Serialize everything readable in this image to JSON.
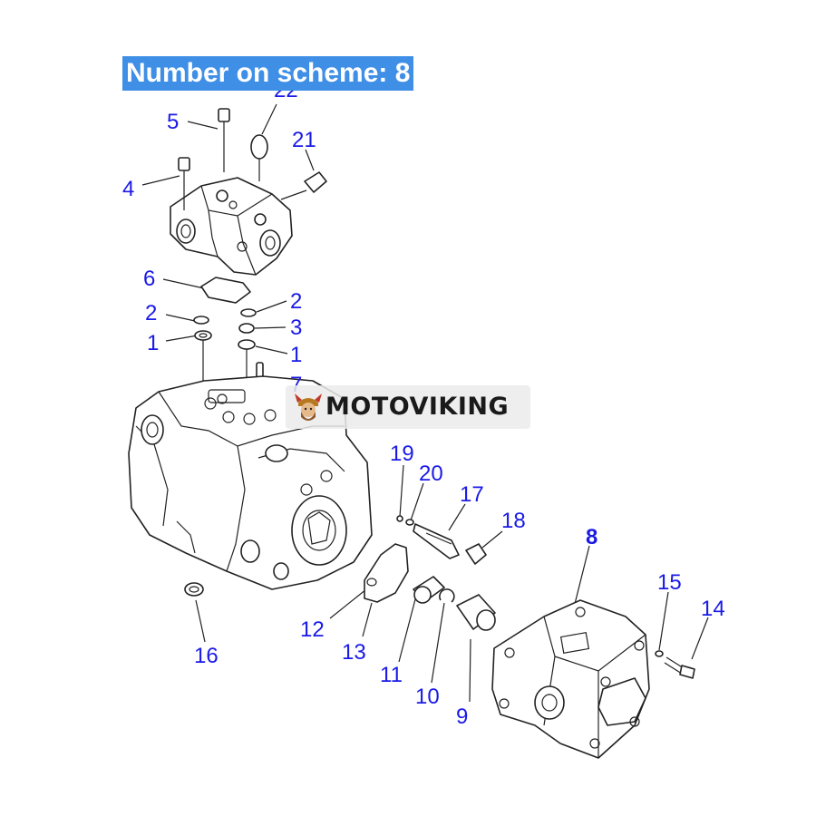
{
  "banner": {
    "text": "Number on scheme: 8"
  },
  "callouts": [
    "1",
    "1",
    "2",
    "2",
    "3",
    "4",
    "5",
    "6",
    "7",
    "8",
    "9",
    "10",
    "11",
    "12",
    "13",
    "14",
    "15",
    "16",
    "17",
    "18",
    "19",
    "20",
    "21",
    "22"
  ],
  "highlighted_callout": "8",
  "watermark": {
    "text": "MOTOVIKING",
    "logo": "viking-head-logo"
  },
  "colors": {
    "banner": "#3f8fe6",
    "callout": "#1a1ae6",
    "line": "#222222"
  }
}
